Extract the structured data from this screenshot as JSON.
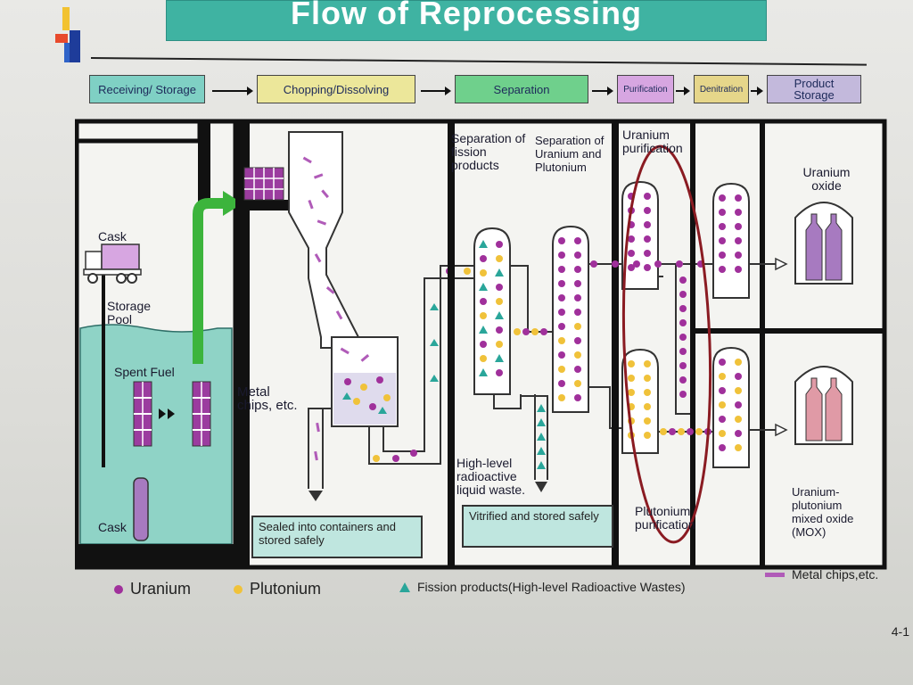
{
  "title": "Flow of Reprocessing",
  "steps": [
    {
      "label": "Receiving/ Storage",
      "color": "#7fd0c4"
    },
    {
      "label": "Chopping/Dissolving",
      "color": "#ece79a"
    },
    {
      "label": "Separation",
      "color": "#6fd08c"
    },
    {
      "label": "Purification",
      "color": "#d7a6e1"
    },
    {
      "label": "Denitration",
      "color": "#e6d68a"
    },
    {
      "label": "Product Storage",
      "color": "#c3b9dc"
    }
  ],
  "labels": {
    "cask_top": "Cask",
    "storage_pool": "Storage Pool",
    "spent_fuel": "Spent Fuel",
    "cask_bottom": "Cask",
    "metal_chips": "Metal chips, etc.",
    "sep_fission": "Separation of fission products",
    "sep_u_pu": "Separation of Uranium and Plutonium",
    "u_purification": "Uranium purification",
    "hlw": "High-level radioactive liquid waste.",
    "pu_purification": "Plutonium purification",
    "u_oxide": "Uranium oxide",
    "mox": "Uranium- plutonium mixed oxide (MOX)"
  },
  "notes": {
    "sealed": "Sealed into containers and stored safely",
    "vitrified": "Vitrified and stored safely"
  },
  "legend": {
    "uranium": "Uranium",
    "plutonium": "Plutonium",
    "fission": "Fission products(High-level Radioactive Wastes)",
    "metal": "Metal chips,etc."
  },
  "colors": {
    "uranium": "#a0309b",
    "plutonium": "#f0c23a",
    "fission": "#2aa69a",
    "pool": "#8fd3c6",
    "metal": "#b05bb8",
    "arrow_green": "#3cb43c",
    "highlight_ellipse": "#8a1b22"
  },
  "page_number": "4-1"
}
